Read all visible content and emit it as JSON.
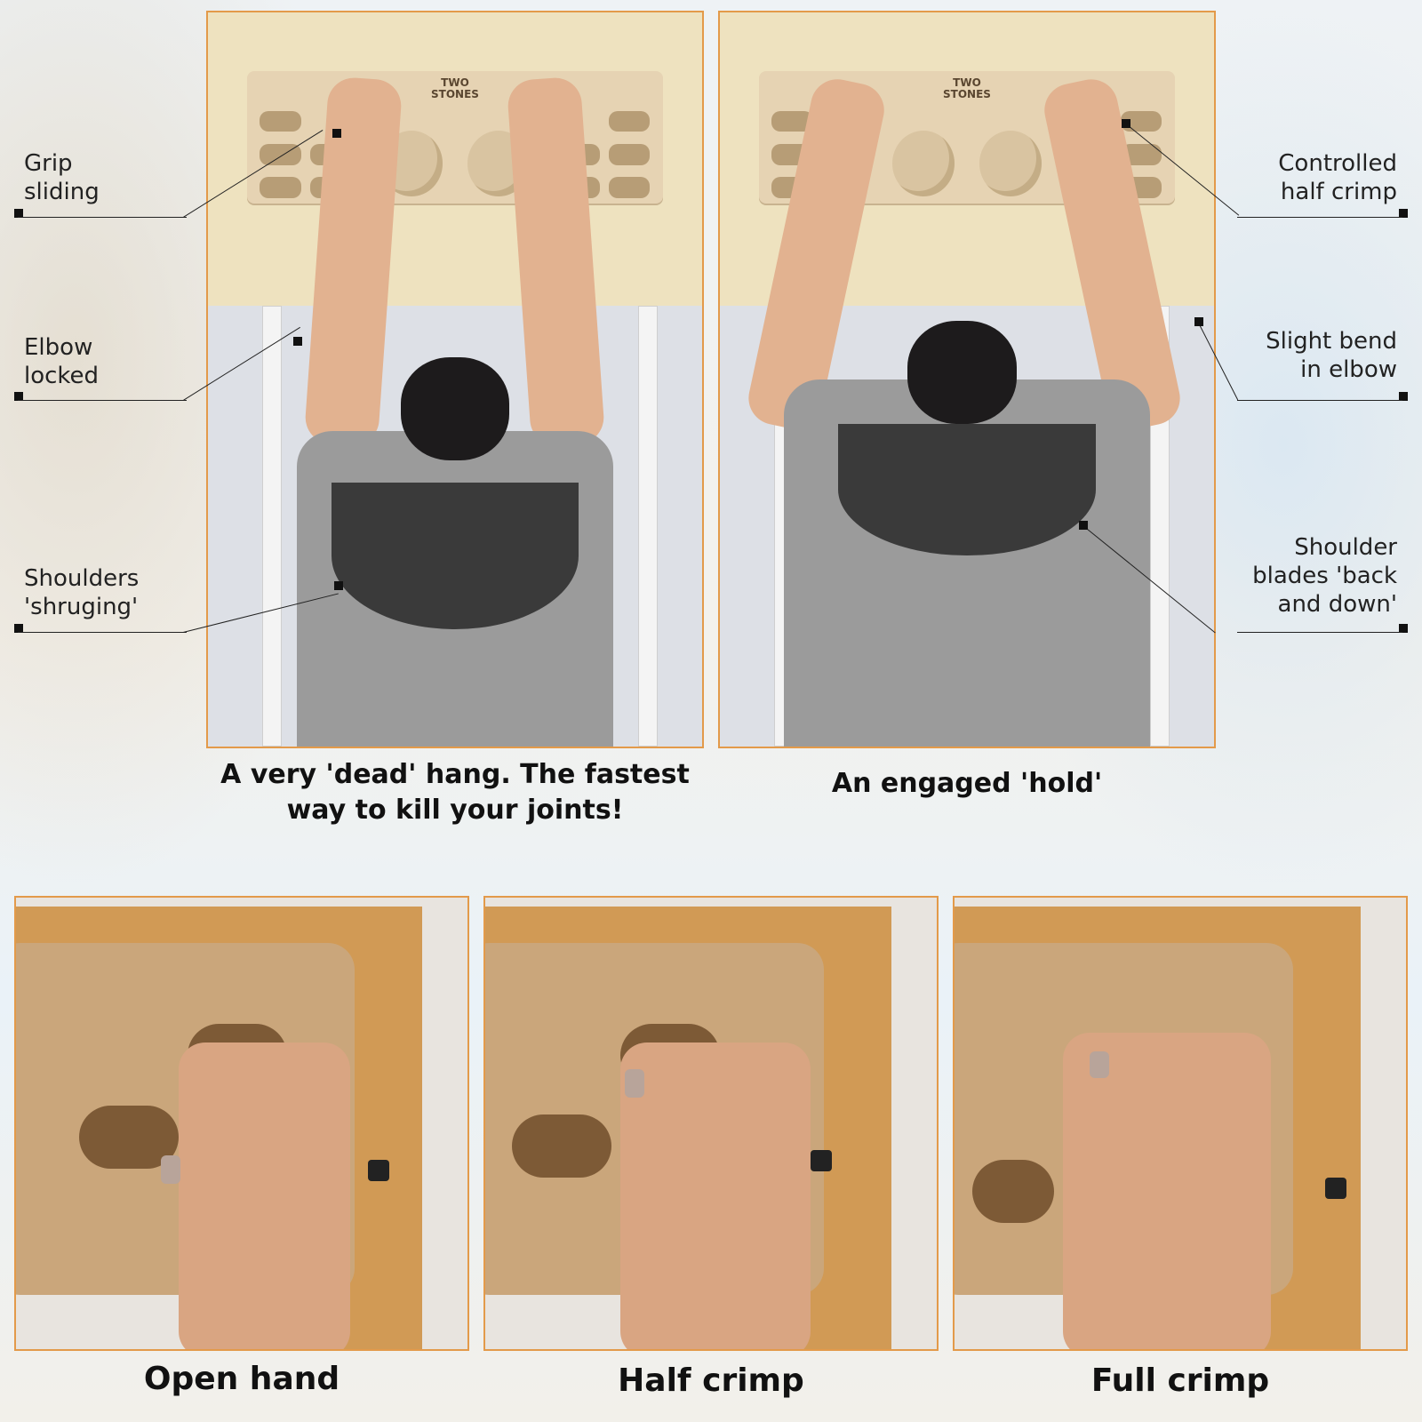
{
  "brand": {
    "logo_line1": "TWO",
    "logo_line2": "STONES"
  },
  "left_photo": {
    "labels": {
      "grip": "Grip\nsliding",
      "elbow": "Elbow\nlocked",
      "shoulders": "Shoulders\n'shruging'"
    },
    "caption": "A very 'dead' hang. The fastest\nway to kill your joints!"
  },
  "right_photo": {
    "labels": {
      "grip": "Controlled\nhalf crimp",
      "elbow": "Slight bend\nin elbow",
      "shoulders": "Shoulder\nblades 'back\nand down'"
    },
    "caption": "An engaged 'hold'"
  },
  "grips": [
    {
      "caption": "Open hand"
    },
    {
      "caption": "Half crimp"
    },
    {
      "caption": "Full crimp"
    }
  ],
  "colors": {
    "frame": "#e39a4a",
    "text": "#111111"
  }
}
